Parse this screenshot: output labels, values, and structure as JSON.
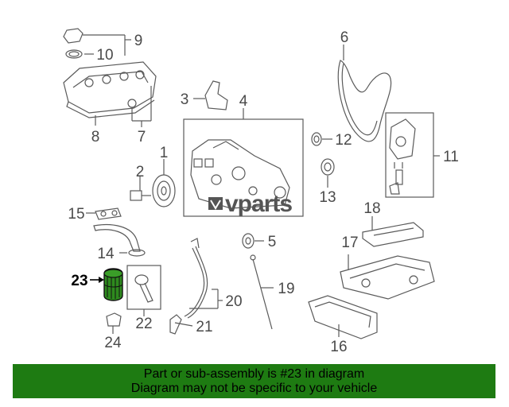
{
  "callouts": {
    "n1": "1",
    "n2": "2",
    "n3": "3",
    "n4": "4",
    "n5": "5",
    "n6": "6",
    "n7": "7",
    "n8": "8",
    "n9": "9",
    "n10": "10",
    "n11": "11",
    "n12": "12",
    "n13": "13",
    "n14": "14",
    "n15": "15",
    "n16": "16",
    "n17": "17",
    "n18": "18",
    "n19": "19",
    "n20": "20",
    "n21": "21",
    "n22": "22",
    "n23": "23",
    "n24": "24"
  },
  "watermark": "vparts",
  "footer": {
    "line1": "Part or sub-assembly is #23 in diagram",
    "line2": "Diagram may not be specific to your vehicle"
  },
  "colors": {
    "highlight": "#2e8b1e",
    "footer_bg": "#1e7b12",
    "line": "#5a5a5a"
  }
}
